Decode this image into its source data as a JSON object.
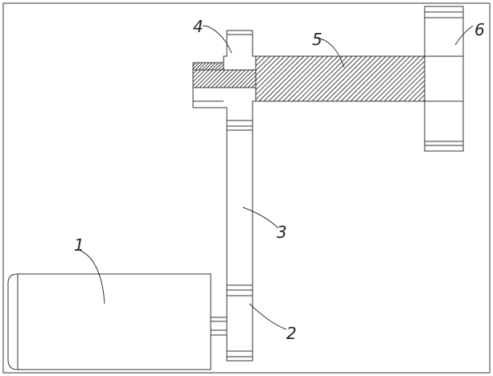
{
  "labels": {
    "part1": "1",
    "part2": "2",
    "part3": "3",
    "part4": "4",
    "part5": "5",
    "part6": "6"
  }
}
